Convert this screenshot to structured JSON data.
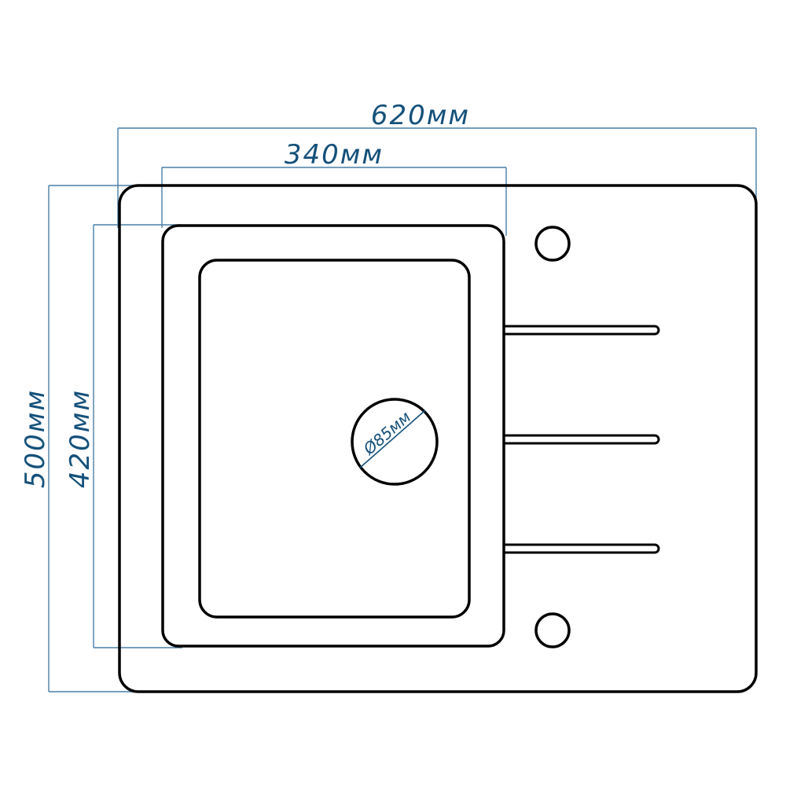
{
  "dimensions": {
    "total_width": "620мм",
    "bowl_width": "340мм",
    "total_depth": "500мм",
    "bowl_depth": "420мм",
    "drain_diameter": "Ø85мм"
  },
  "colors": {
    "dimension": "#14507a",
    "outline": "#000000"
  },
  "icons": [
    "tap-hole-icon",
    "drain-icon"
  ]
}
